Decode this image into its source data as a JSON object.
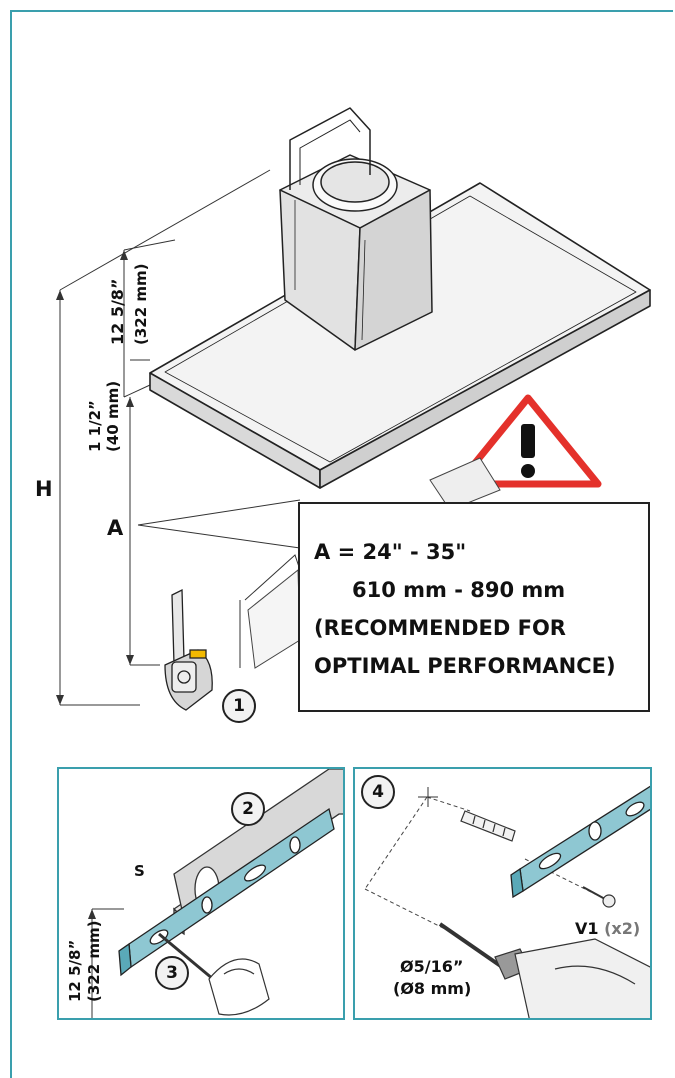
{
  "dimensions": {
    "top_height": "12 5/8”",
    "top_height_mm": "(322 mm)",
    "gap": "1 1/2”",
    "gap_mm": "(40 mm)",
    "h_label": "H",
    "a_label": "A"
  },
  "callout": {
    "line1": "A = 24\" - 35\"",
    "line2": "610 mm - 890 mm",
    "line3": "(RECOMMENDED FOR",
    "line4": "OPTIMAL PERFORMANCE)"
  },
  "steps": {
    "step1": "1",
    "step2": "2",
    "step3": "3",
    "step4": "4"
  },
  "panel_left": {
    "s_label": "S",
    "height": "12 5/8”",
    "height_mm": "(322 mm)"
  },
  "panel_right": {
    "screw_label": "V1",
    "screw_qty": "(x2)",
    "drill_size": "Ø5/16”",
    "drill_size_mm": "(Ø8 mm)"
  },
  "colors": {
    "accent": "#3a9fad",
    "warning": "#e4312b",
    "bracket": "#8ec7d2"
  }
}
